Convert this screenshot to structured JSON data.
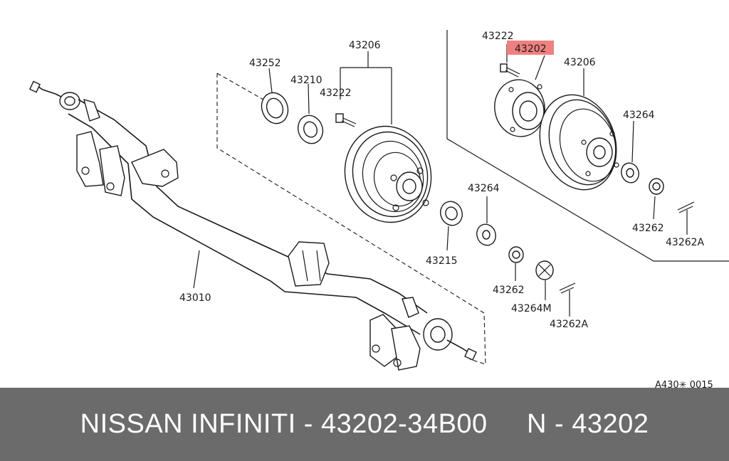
{
  "diagram": {
    "labels": {
      "p43252": "43252",
      "p43210": "43210",
      "p43206_left": "43206",
      "p43222_left": "43222",
      "p43222_right": "43222",
      "p43202": "43202",
      "p43206_right": "43206",
      "p43264_right": "43264",
      "p43262_right": "43262",
      "p43262A_right": "43262A",
      "p43264_mid": "43264",
      "p43215": "43215",
      "p43262_mid": "43262",
      "p43264M": "43264M",
      "p43262A_mid": "43262A",
      "p43010": "43010"
    },
    "reference_code": "A430✳ 0015",
    "highlight_color": "#f08080"
  },
  "footer": {
    "text": "NISSAN INFINITI - 43202-34B00     N - 43202",
    "background": "#6b6b6b"
  }
}
